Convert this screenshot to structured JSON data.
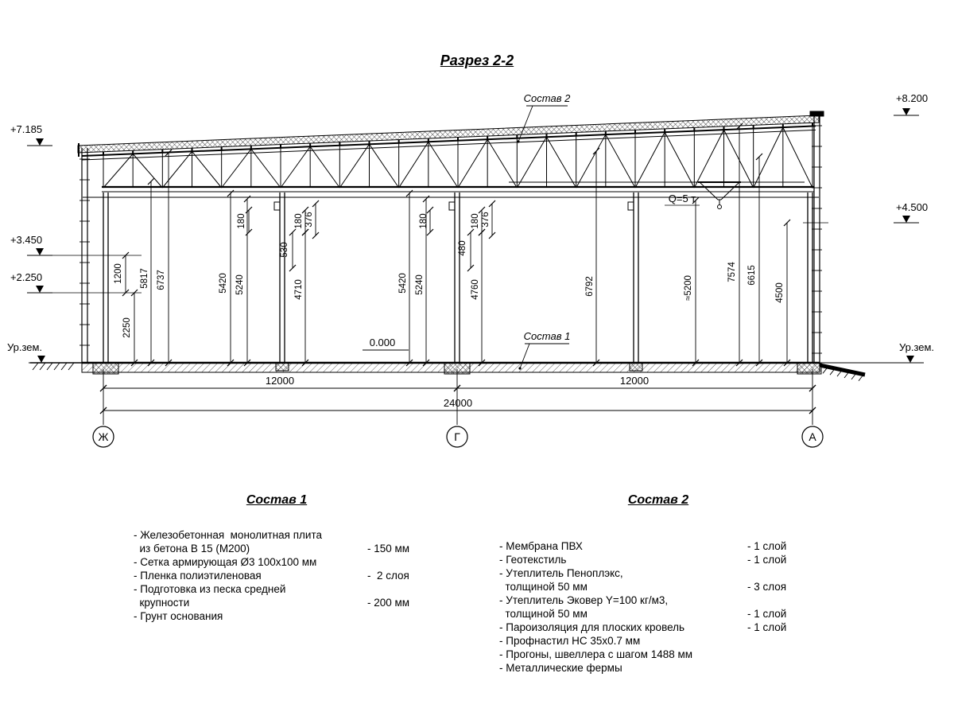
{
  "title": "Разрез 2-2",
  "drawing": {
    "elevations": {
      "left": [
        "+7.185",
        "+3.450",
        "+2.250"
      ],
      "right": [
        "+8.200",
        "+4.500"
      ],
      "ground_left": "Ур.зем.",
      "ground_right": "Ур.зем.",
      "zero": "0.000"
    },
    "callouts": {
      "sostav2": "Состав 2",
      "sostav1": "Состав 1",
      "crane": "Q=5 т"
    },
    "v_dims": [
      "1200",
      "2250",
      "5817",
      "6737",
      "180",
      "5420",
      "5240",
      "530",
      "180",
      "376",
      "4710",
      "180",
      "5420",
      "5240",
      "480",
      "180",
      "376",
      "4760",
      "6792",
      "≈5200",
      "7574",
      "6615",
      "4500"
    ],
    "h_dims": [
      "12000",
      "12000",
      "24000"
    ],
    "axes": [
      "Ж",
      "Г",
      "А"
    ]
  },
  "sostav1": {
    "heading": "Состав 1",
    "rows": [
      {
        "text": "- Железобетонная  монолитная плита",
        "value": ""
      },
      {
        "text": "  из бетона В 15 (М200)",
        "value": "- 150 мм"
      },
      {
        "text": "- Сетка армирующая Ø3 100х100 мм",
        "value": ""
      },
      {
        "text": "- Пленка полиэтиленовая",
        "value": "-  2 слоя"
      },
      {
        "text": "- Подготовка из песка средней",
        "value": ""
      },
      {
        "text": "  крупности",
        "value": "- 200 мм"
      },
      {
        "text": "- Грунт основания",
        "value": ""
      }
    ]
  },
  "sostav2": {
    "heading": "Состав 2",
    "rows": [
      {
        "text": "- Мембрана ПВХ",
        "value": "- 1 слой"
      },
      {
        "text": "- Геотекстиль",
        "value": "- 1 слой"
      },
      {
        "text": "- Утеплитель Пеноплэкс,",
        "value": ""
      },
      {
        "text": "  толщиной 50 мм",
        "value": "- 3 слоя"
      },
      {
        "text": "- Утеплитель Эковер Y=100 кг/м3,",
        "value": ""
      },
      {
        "text": "  толщиной 50 мм",
        "value": "- 1 слой"
      },
      {
        "text": "- Пароизоляция для плоских кровель",
        "value": "- 1 слой"
      },
      {
        "text": "- Профнастил НС 35х0.7 мм",
        "value": ""
      },
      {
        "text": "- Прогоны, швеллера с шагом 1488 мм",
        "value": ""
      },
      {
        "text": "- Металлические фермы",
        "value": ""
      }
    ]
  }
}
